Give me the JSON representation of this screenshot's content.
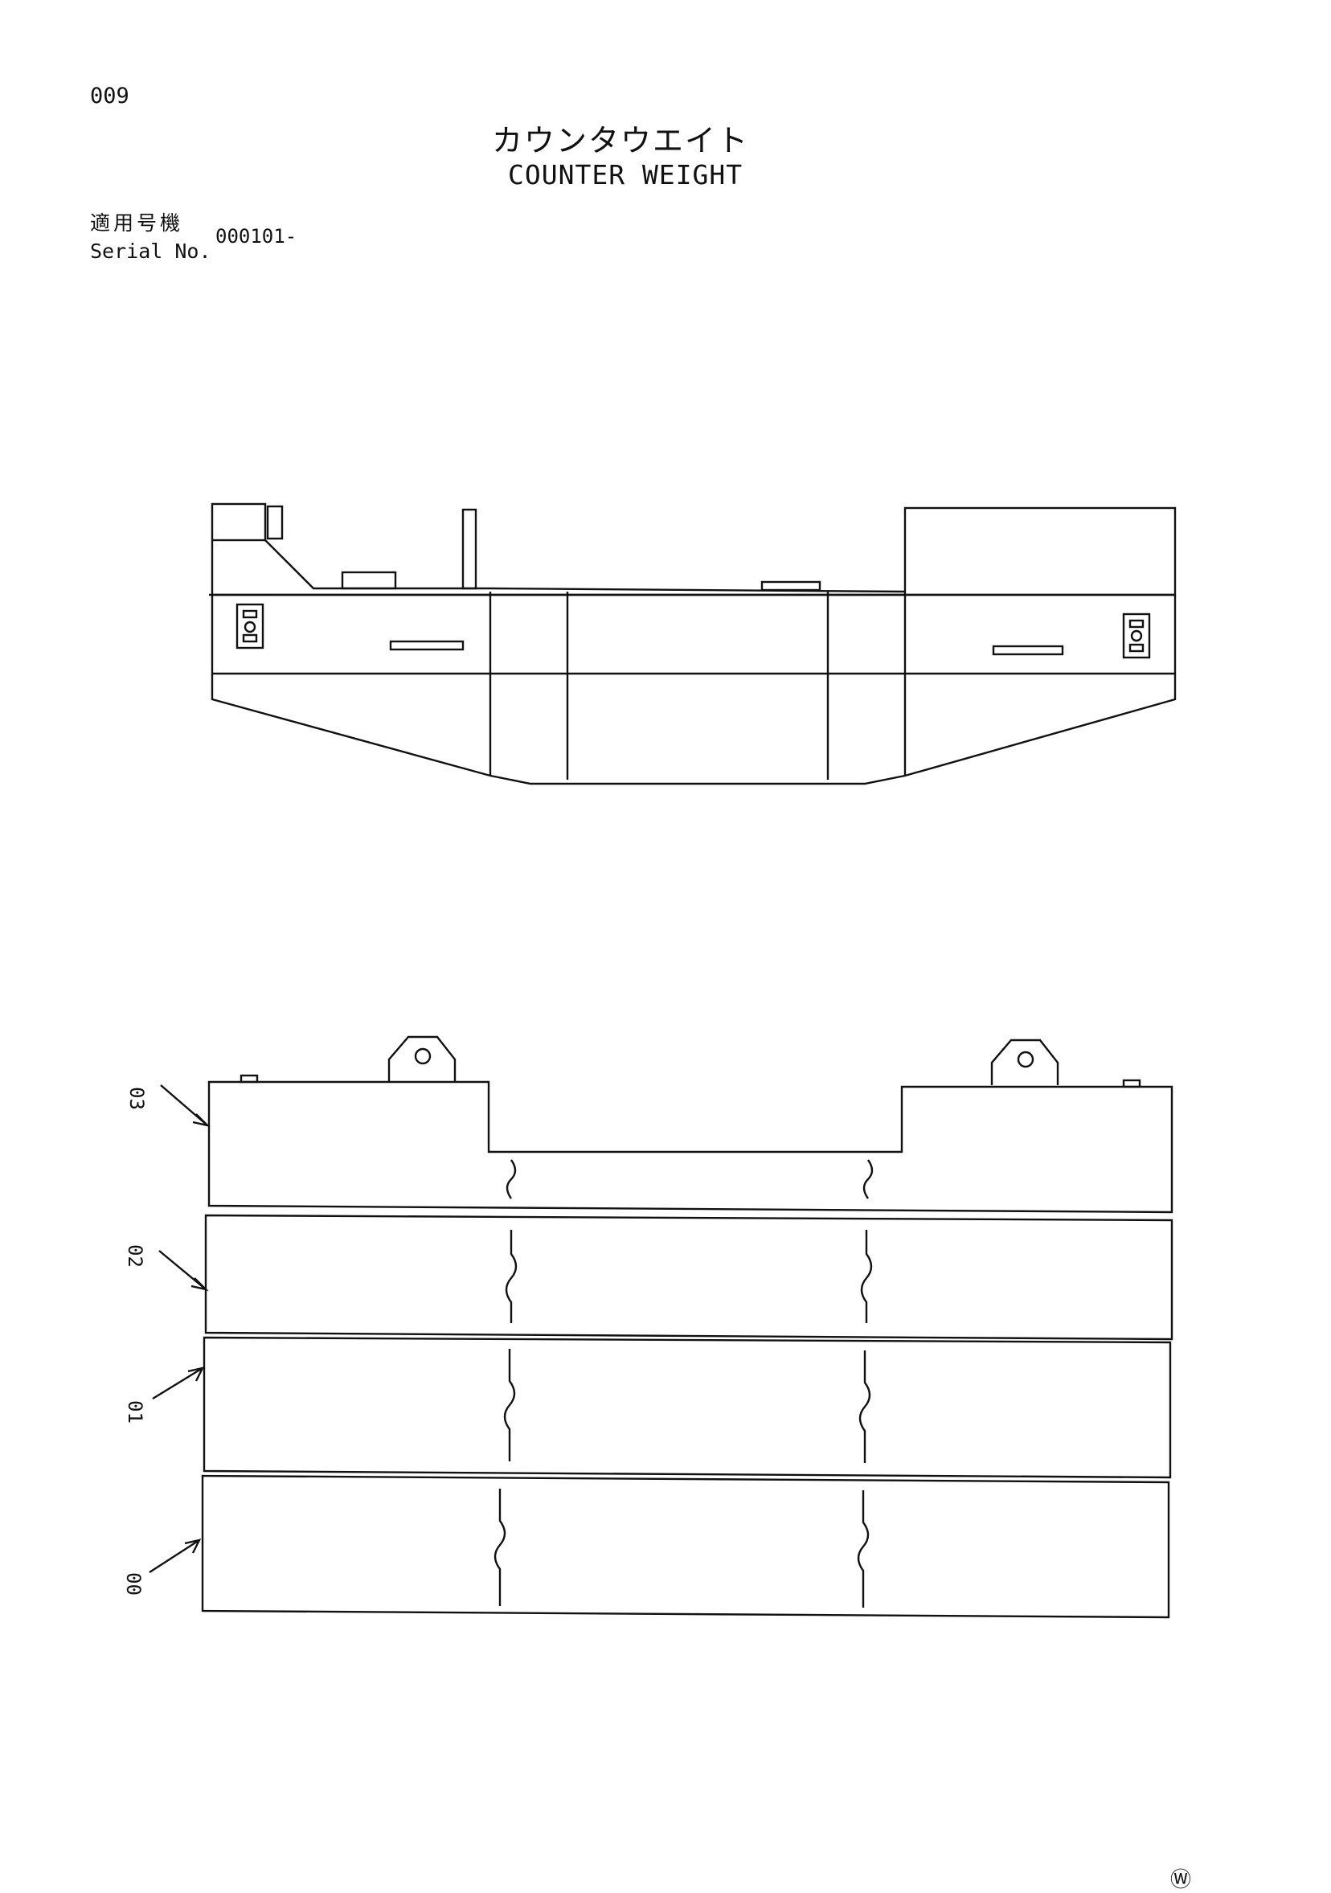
{
  "header": {
    "page_number": "009",
    "title_jp": "カウンタウエイト",
    "title_en": "COUNTER WEIGHT"
  },
  "serial": {
    "label_jp": "適用号機",
    "label_en": "Serial No.",
    "value": "000101-"
  },
  "parts": [
    {
      "id": "03",
      "callout": "03"
    },
    {
      "id": "02",
      "callout": "02"
    },
    {
      "id": "01",
      "callout": "01"
    },
    {
      "id": "00",
      "callout": "00"
    }
  ],
  "footer": {
    "mark": "Ⓦ"
  }
}
